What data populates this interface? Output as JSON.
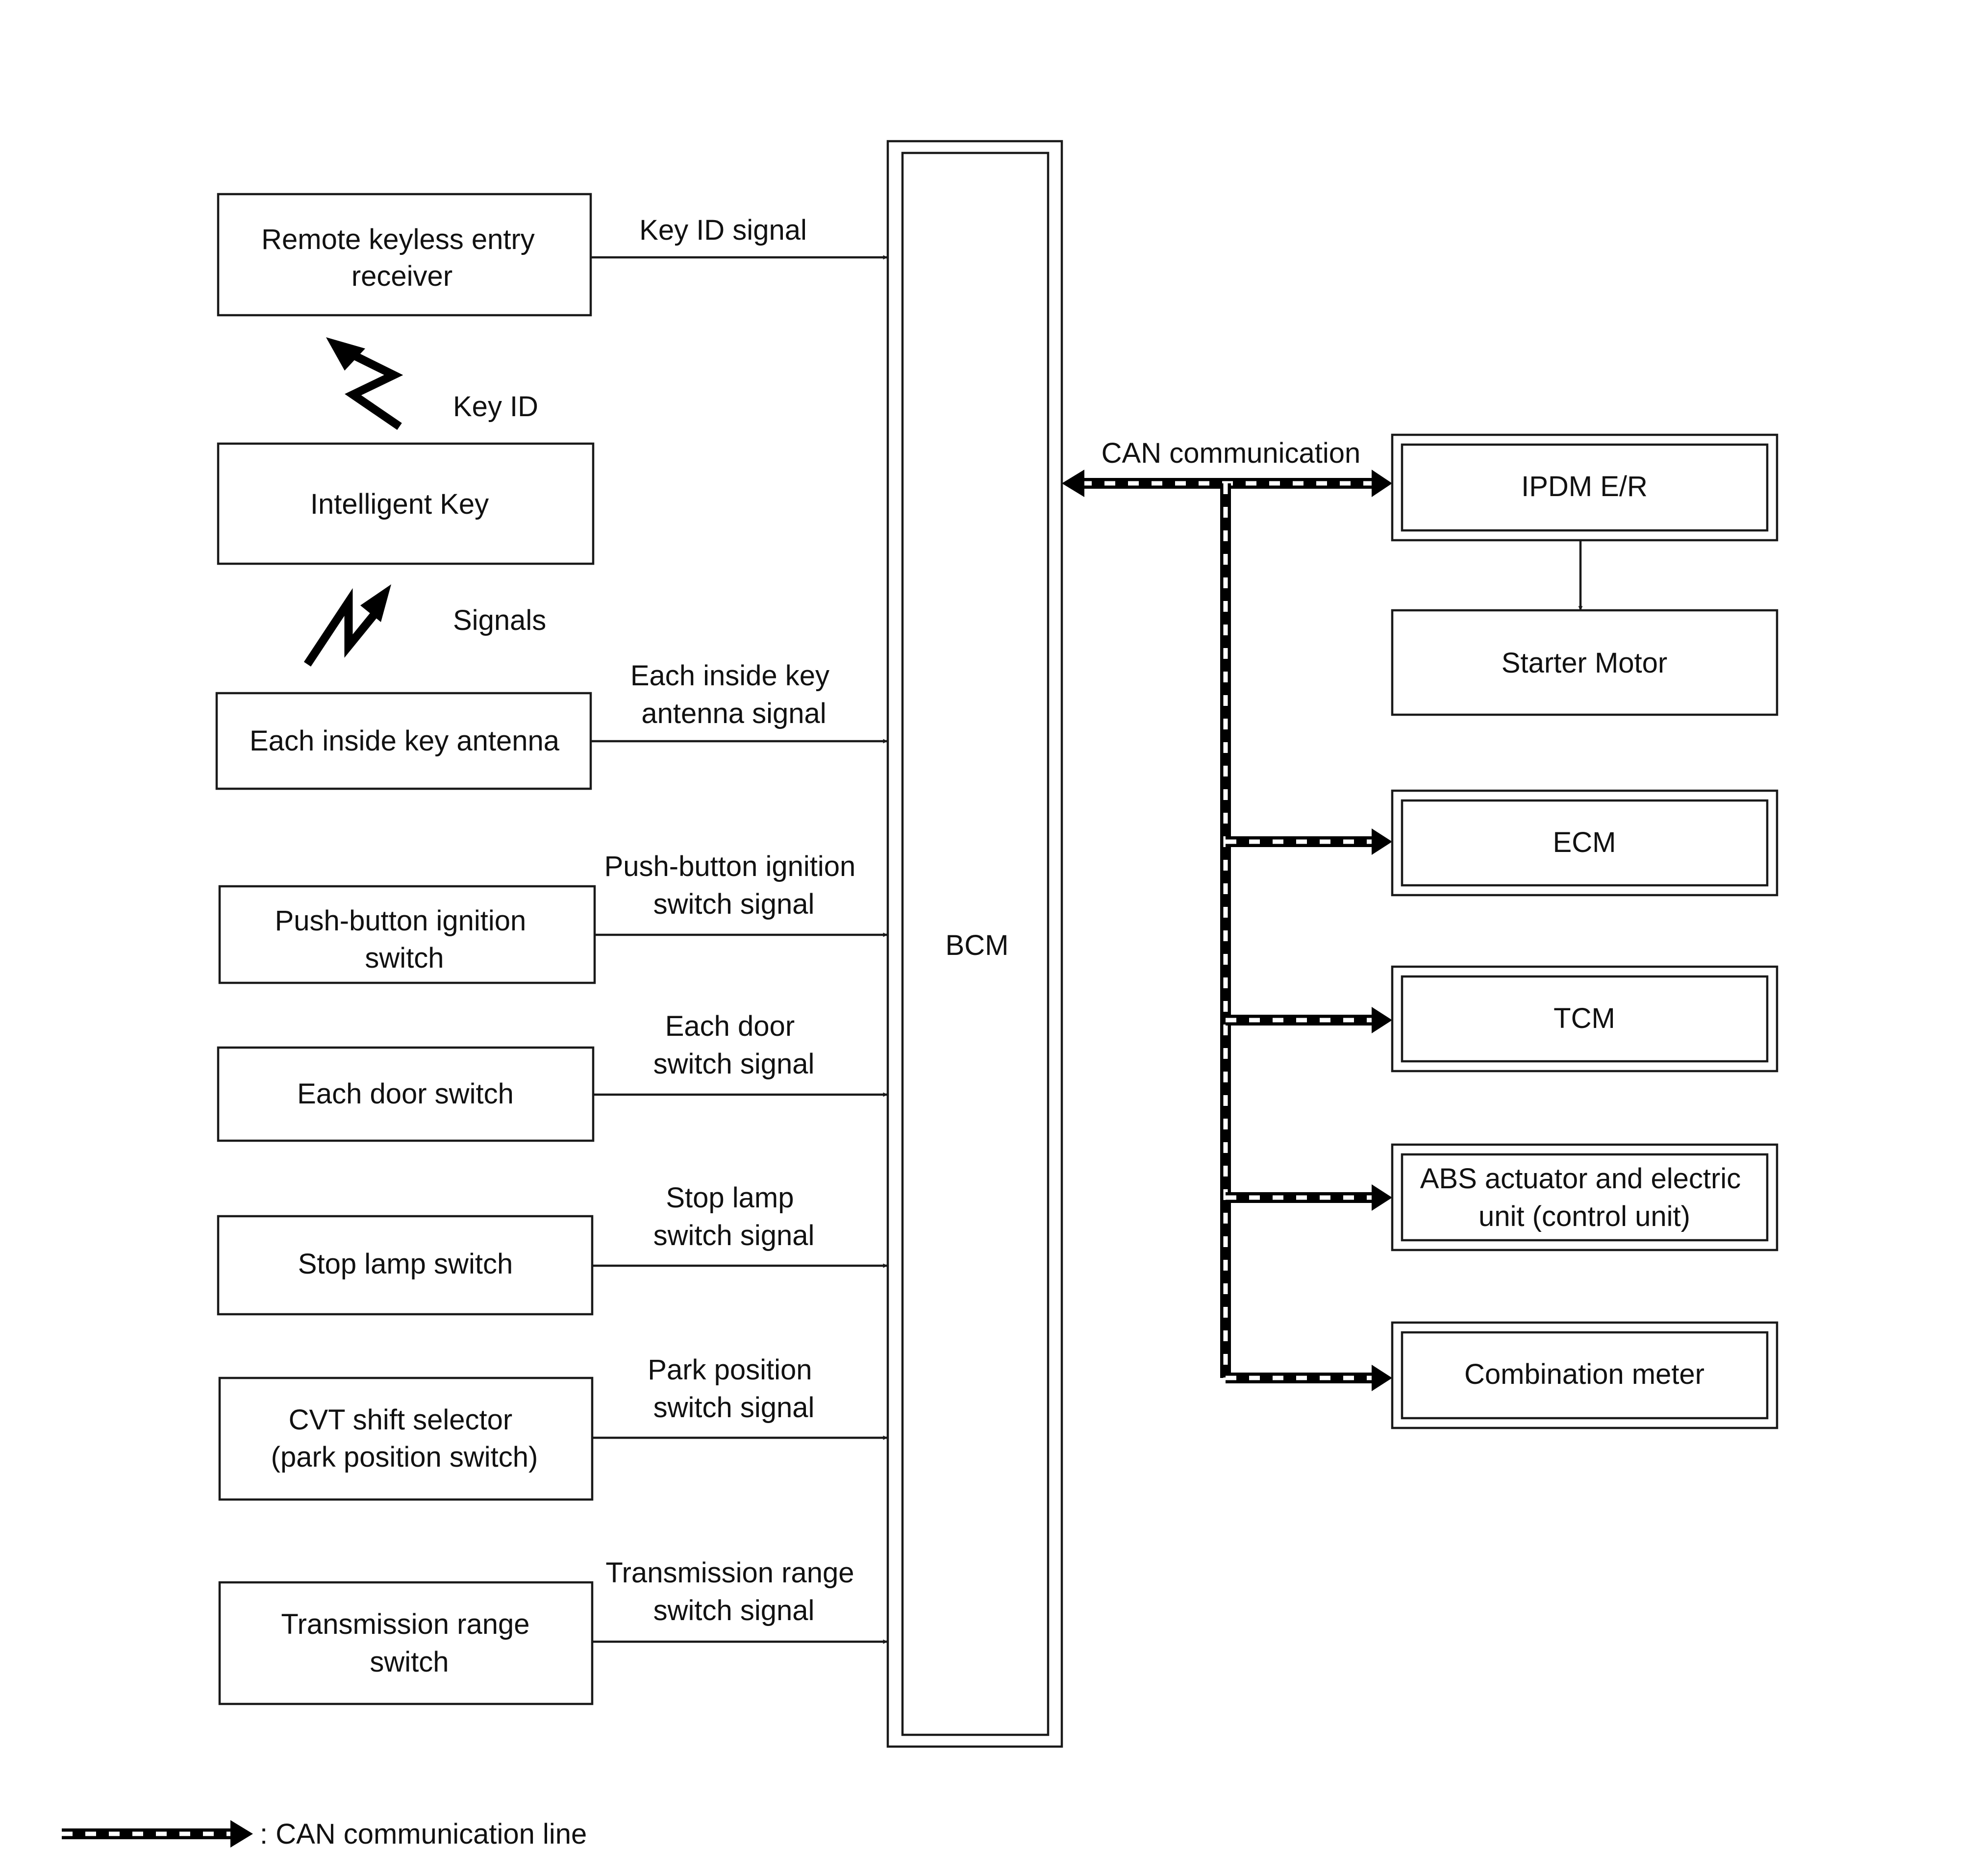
{
  "colors": {
    "line": "#1a1a1a",
    "text": "#111111",
    "can_line": "#000000",
    "can_dash": "#ffffff",
    "background": "#ffffff"
  },
  "inputs": {
    "remote_keyless_entry_receiver": [
      "Remote keyless entry",
      "receiver"
    ],
    "intelligent_key": [
      "Intelligent Key"
    ],
    "each_inside_key_antenna": [
      "Each inside key antenna"
    ],
    "push_button_ignition_switch": [
      "Push-button ignition",
      "switch"
    ],
    "each_door_switch": [
      "Each door switch"
    ],
    "stop_lamp_switch": [
      "Stop lamp switch"
    ],
    "cvt_shift_selector": [
      "CVT shift selector",
      "(park position switch)"
    ],
    "transmission_range_switch": [
      "Transmission range",
      "switch"
    ]
  },
  "signals": {
    "key_id_signal": [
      "Key ID signal"
    ],
    "inside_key_antenna_signal": [
      "Each inside key",
      "antenna signal"
    ],
    "push_button_signal": [
      "Push-button ignition",
      "switch signal"
    ],
    "door_switch_signal": [
      "Each door",
      "switch signal"
    ],
    "stop_lamp_signal": [
      "Stop lamp",
      "switch signal"
    ],
    "park_position_signal": [
      "Park position",
      "switch signal"
    ],
    "transmission_range_signal": [
      "Transmission range",
      "switch signal"
    ]
  },
  "wireless": {
    "key_id": "Key ID",
    "signals": "Signals"
  },
  "bcm": {
    "label": "BCM"
  },
  "can": {
    "label": "CAN communication"
  },
  "outputs": {
    "ipdm": [
      "IPDM E/R"
    ],
    "starter_motor": [
      "Starter Motor"
    ],
    "ecm": [
      "ECM"
    ],
    "tcm": [
      "TCM"
    ],
    "abs": [
      "ABS actuator and electric",
      "unit (control unit)"
    ],
    "combination_meter": [
      "Combination meter"
    ]
  },
  "legend": {
    "label": ": CAN communication line"
  }
}
